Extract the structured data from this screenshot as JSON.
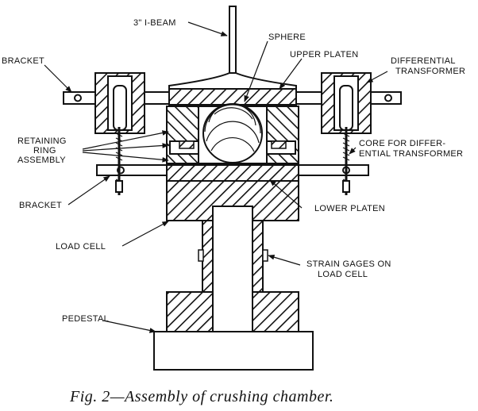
{
  "figure": {
    "caption": "Fig. 2—Assembly of crushing chamber.",
    "labels": {
      "i_beam": "3\" I-BEAM",
      "sphere": "SPHERE",
      "upper_platen": "UPPER PLATEN",
      "bracket_top": "BRACKET",
      "differential_transformer_1": "DIFFERENTIAL",
      "differential_transformer_2": "TRANSFORMER",
      "retaining_ring_1": "RETAINING",
      "retaining_ring_2": "RING",
      "retaining_ring_3": "ASSEMBLY",
      "core_1": "CORE FOR DIFFER-",
      "core_2": "ENTIAL TRANSFORMER",
      "bracket_lower": "BRACKET",
      "lower_platen": "LOWER PLATEN",
      "load_cell": "LOAD CELL",
      "strain_gages_1": "STRAIN GAGES ON",
      "strain_gages_2": "LOAD CELL",
      "pedestal": "PEDESTAL"
    }
  }
}
